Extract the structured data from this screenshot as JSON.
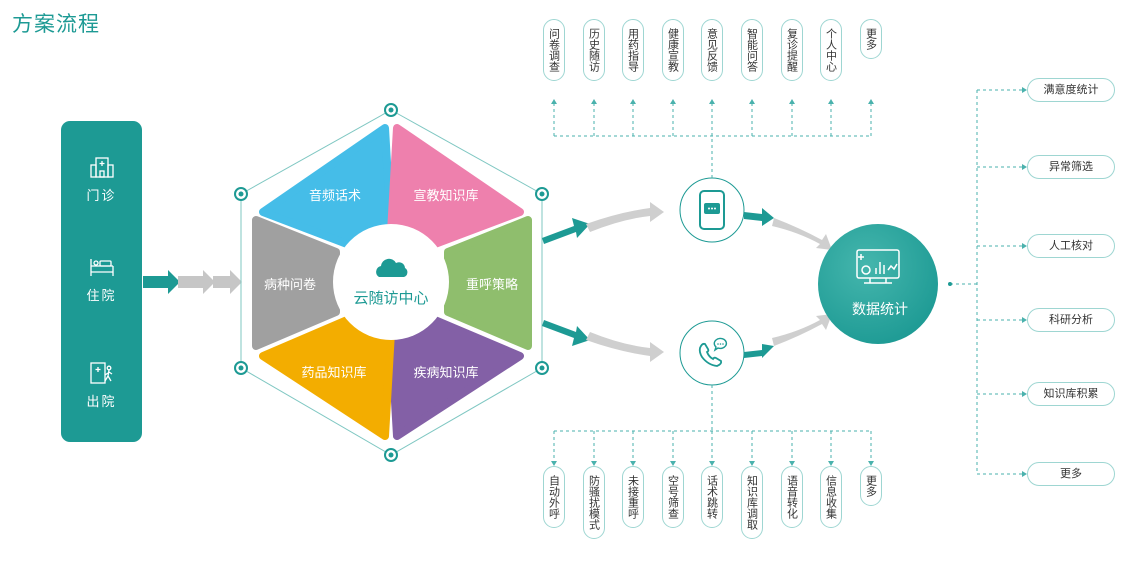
{
  "title": "方案流程",
  "left_panel": {
    "items": [
      {
        "label": "门诊",
        "icon": "hospital-icon"
      },
      {
        "label": "住院",
        "icon": "bed-icon"
      },
      {
        "label": "出院",
        "icon": "discharge-icon"
      }
    ]
  },
  "hexagon": {
    "center": "云随访中心",
    "segments": {
      "top_left": "音频话术",
      "top_right": "宣教知识库",
      "right": "重呼策略",
      "bottom_right": "疾病知识库",
      "bottom_left": "药品知识库",
      "left": "病种问卷"
    }
  },
  "top_items": [
    "问卷调查",
    "历史随访",
    "用药指导",
    "健康宣教",
    "意见反馈",
    "智能问答",
    "复诊提醒",
    "个人中心",
    "更多"
  ],
  "bottom_items": [
    "自动外呼",
    "防骚扰模式",
    "未接重呼",
    "空号筛查",
    "话术跳转",
    "知识库调取",
    "语音转化",
    "信息收集",
    "更多"
  ],
  "stats": {
    "label": "数据统计"
  },
  "right_items": [
    "满意度统计",
    "异常筛选",
    "人工核对",
    "科研分析",
    "知识库积累",
    "更多"
  ],
  "colors": {
    "teal": "#1d9a94",
    "segment_blue": "#45bde8",
    "segment_pink": "#ee80ad",
    "segment_green": "#8fbe6d",
    "segment_purple": "#8360a6",
    "segment_orange": "#f3ad00",
    "segment_gray": "#a0a0a0"
  }
}
